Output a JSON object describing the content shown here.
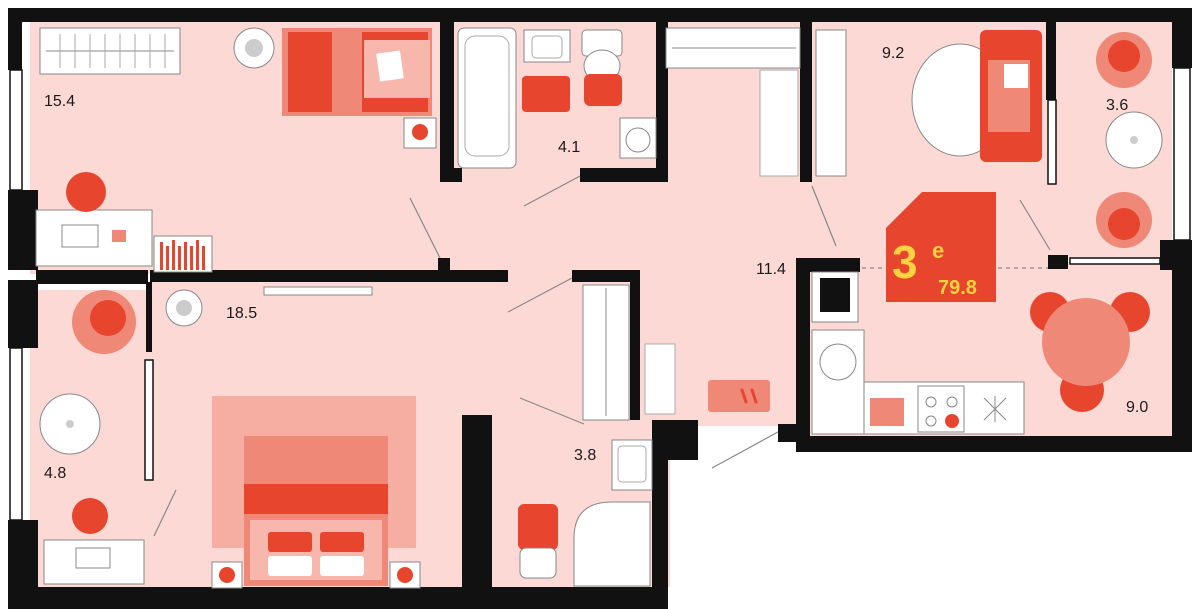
{
  "colors": {
    "floor": "#fcd9d4",
    "wall": "#111111",
    "accent": "#e8452f",
    "accent_light": "#f08878",
    "badge_bg": "#e8452f",
    "badge_text": "#ffd23f"
  },
  "badge": {
    "rooms": "3",
    "suffix": "e",
    "total_area": "79.8"
  },
  "rooms": [
    {
      "id": "bedroom-top-left",
      "area": "15.4"
    },
    {
      "id": "bathroom",
      "area": "4.1"
    },
    {
      "id": "living",
      "area": "9.2"
    },
    {
      "id": "balcony-right",
      "area": "3.6"
    },
    {
      "id": "hallway",
      "area": "11.4"
    },
    {
      "id": "bedroom-bottom",
      "area": "18.5"
    },
    {
      "id": "balcony-left",
      "area": "4.8"
    },
    {
      "id": "shower-room",
      "area": "3.8"
    },
    {
      "id": "kitchen",
      "area": "9.0"
    }
  ]
}
